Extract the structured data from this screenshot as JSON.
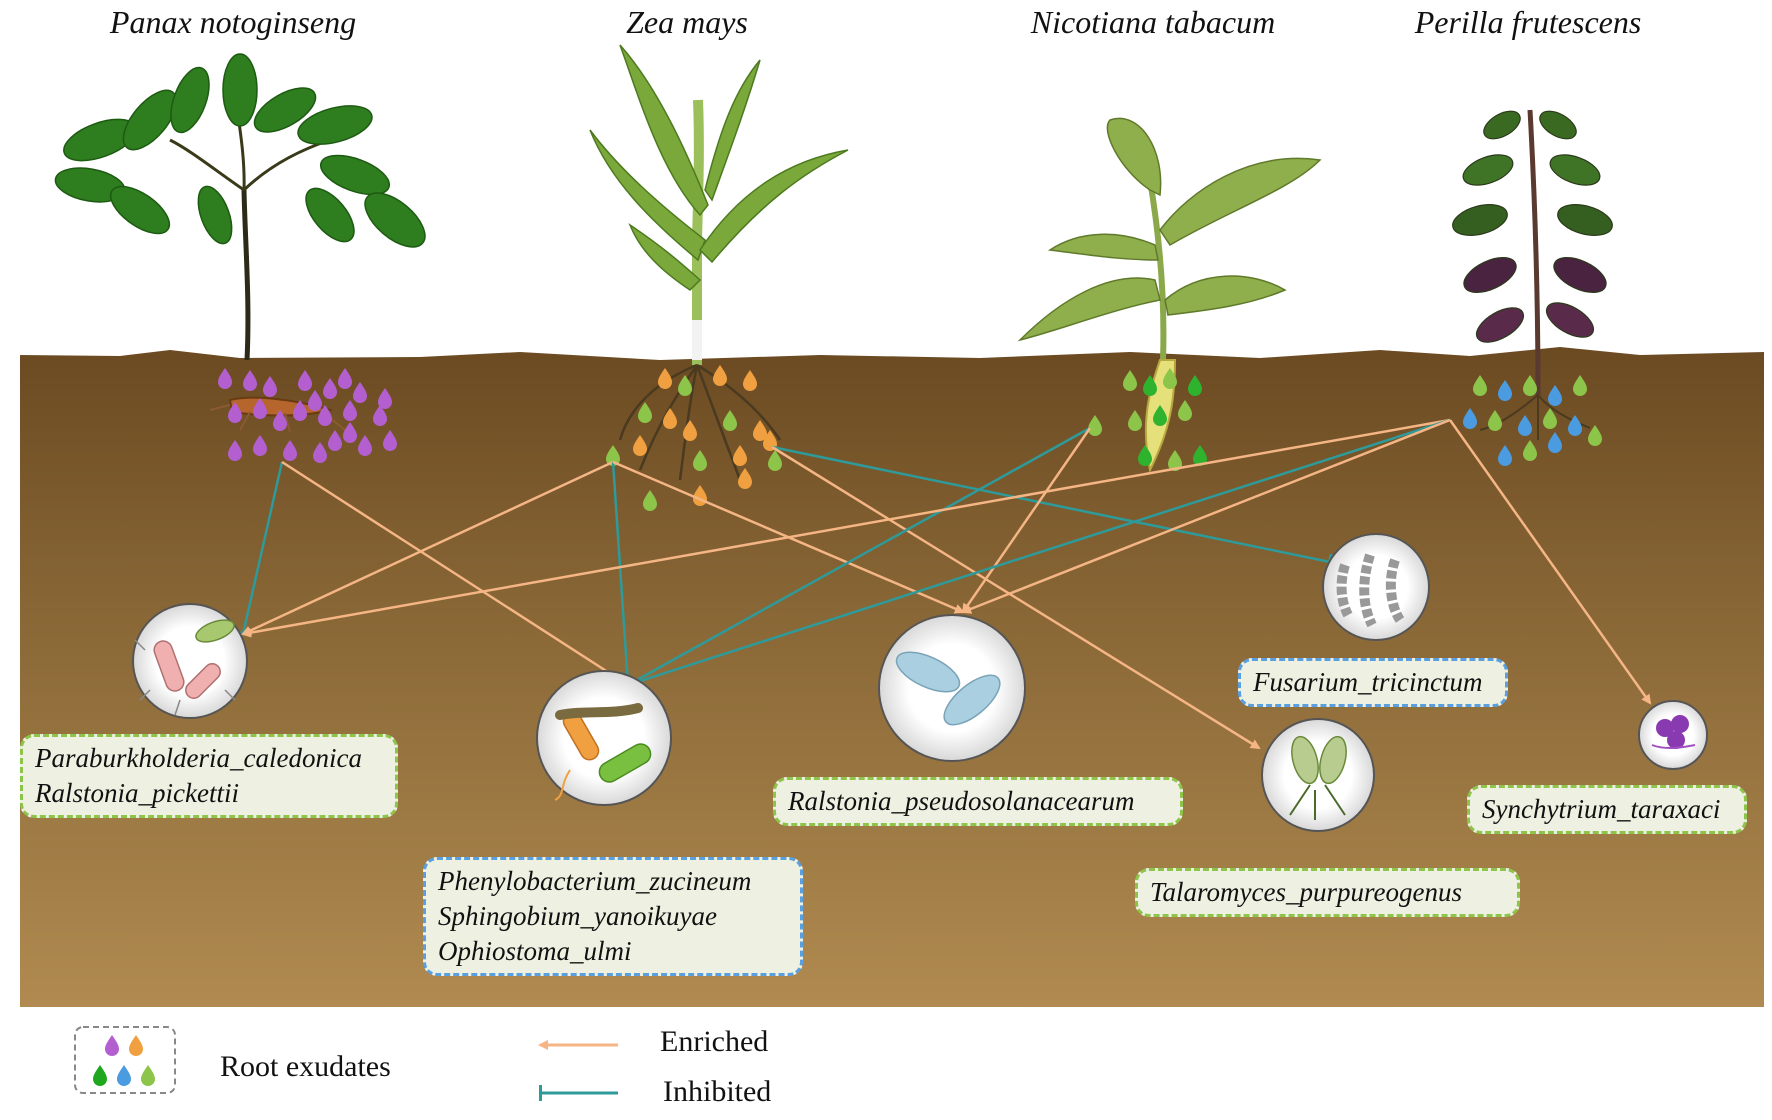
{
  "plants": [
    {
      "name": "Panax notoginseng",
      "exudate_color": "#b35fd0"
    },
    {
      "name": "Zea mays",
      "exudate_color": "#f0a040"
    },
    {
      "name": "Nicotiana tabacum",
      "exudate_color": "#2fb32f"
    },
    {
      "name": "Perilla frutescens",
      "exudate_color": "#4a9be0"
    }
  ],
  "microbes": [
    {
      "id": "m1",
      "names": [
        "Paraburkholderia_caledonica",
        "Ralstonia_pickettii"
      ],
      "box_style": "green-dashed"
    },
    {
      "id": "m2",
      "names": [
        "Phenylobacterium_zucineum",
        "Sphingobium_yanoikuyae",
        "Ophiostoma_ulmi"
      ],
      "box_style": "blue-dashed"
    },
    {
      "id": "m3",
      "names": [
        "Ralstonia_pseudosolanacearum"
      ],
      "box_style": "green-dashed"
    },
    {
      "id": "m4",
      "names": [
        "Fusarium_tricinctum"
      ],
      "box_style": "blue-dashed"
    },
    {
      "id": "m5",
      "names": [
        "Talaromyces_purpureogenus"
      ],
      "box_style": "green-dashed"
    },
    {
      "id": "m6",
      "names": [
        "Synchytrium_taraxaci"
      ],
      "box_style": "green-dashed"
    }
  ],
  "relations": [
    {
      "from": "Panax notoginseng",
      "to": "m1",
      "type": "inhibited"
    },
    {
      "from": "Panax notoginseng",
      "to": "m2",
      "type": "enriched"
    },
    {
      "from": "Zea mays",
      "to": "m1",
      "type": "enriched"
    },
    {
      "from": "Zea mays",
      "to": "m2",
      "type": "inhibited"
    },
    {
      "from": "Zea mays",
      "to": "m3",
      "type": "enriched"
    },
    {
      "from": "Zea mays",
      "to": "m4",
      "type": "inhibited"
    },
    {
      "from": "Zea mays",
      "to": "m5",
      "type": "enriched"
    },
    {
      "from": "Nicotiana tabacum",
      "to": "m2",
      "type": "inhibited"
    },
    {
      "from": "Nicotiana tabacum",
      "to": "m3",
      "type": "enriched"
    },
    {
      "from": "Perilla frutescens",
      "to": "m1",
      "type": "enriched"
    },
    {
      "from": "Perilla frutescens",
      "to": "m2",
      "type": "inhibited"
    },
    {
      "from": "Perilla frutescens",
      "to": "m3",
      "type": "enriched"
    },
    {
      "from": "Perilla frutescens",
      "to": "m6",
      "type": "enriched"
    }
  ],
  "legend": {
    "root_exudates": "Root exudates",
    "enriched": "Enriched",
    "inhibited": "Inhibited",
    "enriched_color": "#f5b584",
    "inhibited_color": "#2e9a9a",
    "exudate_colors": [
      "#b35fd0",
      "#f0a040",
      "#1fa81f",
      "#4a9be0",
      "#8dc44a"
    ]
  },
  "colors": {
    "soil_top": "#6b4a22",
    "soil_bottom": "#b08a50",
    "label_fill": "#eef0e2",
    "green_border": "#8dc44a",
    "blue_border": "#5aa0e0"
  }
}
